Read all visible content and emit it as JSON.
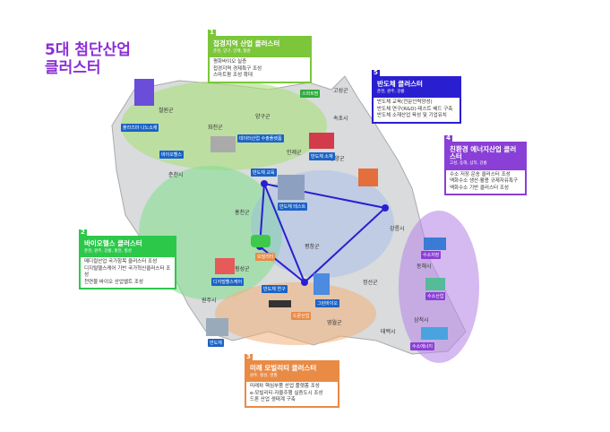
{
  "title": "5대 첨단산업 클러스터",
  "clusters": [
    {
      "no": "1",
      "name": "접경지역 산업 클러스터",
      "areas": "춘천, 양구, 인제, 철원",
      "items": [
        "평화바이오 실증",
        "접경지역 경제특구 조성",
        "스마트팜 조성 확대"
      ],
      "color": "#7cc63a"
    },
    {
      "no": "2",
      "name": "바이오헬스 클러스터",
      "areas": "춘천, 원주, 강릉, 홍천, 횡성",
      "items": [
        "메디컬산업 국가항목 클러스터 조성",
        "디지털헬스케어 기반 국가혁신클러스터 조성",
        "천연물 바이오 산업벨트 조성"
      ],
      "color": "#2cc84a"
    },
    {
      "no": "3",
      "name": "미래 모빌리티 클러스터",
      "areas": "원주, 횡성, 영월",
      "items": [
        "미래차 핵심부품 산업 플랫폼 조성",
        "e-모빌리티·자율주행 실증도시 조성",
        "드론 산업 생태계 구축"
      ],
      "color": "#e98a45"
    },
    {
      "no": "4",
      "name": "친환경 에너지산업 클러스터",
      "areas": "고성, 동해, 삼척, 강릉",
      "items": [
        "수소 저장·운송 클러스터 조성",
        "액화수소 생산·활용 규제자유특구",
        "액화수소 기반 클러스터 조성"
      ],
      "color": "#8a3fd6"
    },
    {
      "no": "5",
      "name": "반도체 클러스터",
      "areas": "춘천, 원주, 강릉",
      "items": [
        "반도체 교육(전문인력양성)",
        "반도체 연구(R&D)·테스트 베드 구축",
        "반도체 소재산업 육성 및 기업유치"
      ],
      "color": "#2a1fd0"
    }
  ],
  "regions": [
    "철원군",
    "화천군",
    "양구군",
    "고성군",
    "인제군",
    "속초시",
    "양양군",
    "춘천시",
    "홍천군",
    "강릉시",
    "횡성군",
    "평창군",
    "원주시",
    "정선군",
    "영월군",
    "동해시",
    "삼척시",
    "태백시"
  ],
  "facilities": [
    "플라즈마 나노소재",
    "스마트팜",
    "데이터산업 수출플랫폼",
    "반도체 교육",
    "바이오헬스",
    "반도체 테스트",
    "반도체 소재",
    "모빌리티",
    "디지털헬스케어",
    "반도체 연구",
    "그린바이오",
    "드론산업",
    "반도체",
    "수소저장",
    "수소산업",
    "수소에너지"
  ]
}
